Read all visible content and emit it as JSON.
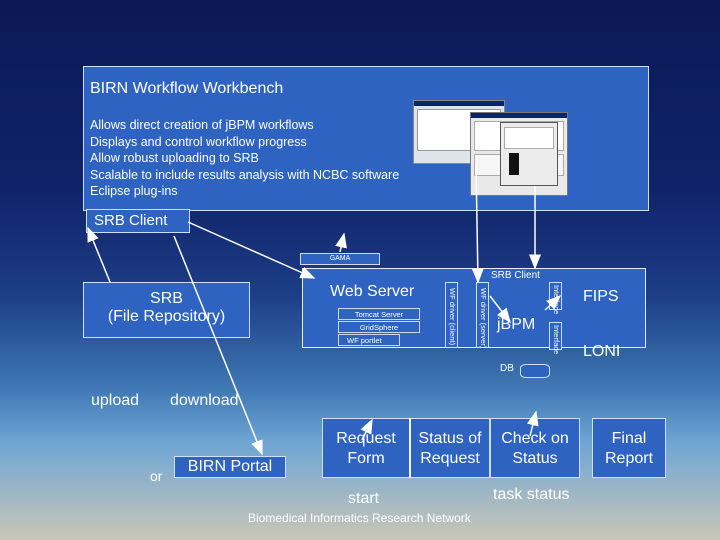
{
  "workbench": {
    "title": "BIRN Workflow Workbench",
    "features": [
      "Allows direct creation of jBPM workflows",
      "Displays and control workflow progress",
      "Allow robust uploading to SRB",
      "Scalable to include results analysis with NCBC software",
      "Eclipse plug-ins"
    ]
  },
  "srb_client_top": "SRB Client",
  "gama": "GAMA",
  "srb_repo": {
    "line1": "SRB",
    "line2": "(File Repository)"
  },
  "server": {
    "title": "Web Server",
    "tomcat": "Tomcat Server",
    "gridsphere": "GridSphere",
    "wf_portlet": "WF portlet",
    "wf_driver_client": "WF driver (client)",
    "wf_driver_server": "WF driver (server)",
    "srb_client": "SRB Client",
    "jbpm": "jBPM",
    "interface1": "Interface",
    "interface2": "Interface",
    "db": "DB",
    "fips": "FIPS",
    "loni": "LONI"
  },
  "labels": {
    "upload": "upload",
    "download": "download",
    "or": "or",
    "birn_portal": "BIRN Portal",
    "start": "start",
    "task_status": "task status",
    "footer": "Biomedical Informatics Research Network"
  },
  "buttons": {
    "request_form": [
      "Request",
      "Form"
    ],
    "status_of_request": [
      "Status of",
      "Request"
    ],
    "check_on_status": [
      "Check on",
      "Status"
    ],
    "final_report": [
      "Final",
      "Report"
    ]
  }
}
